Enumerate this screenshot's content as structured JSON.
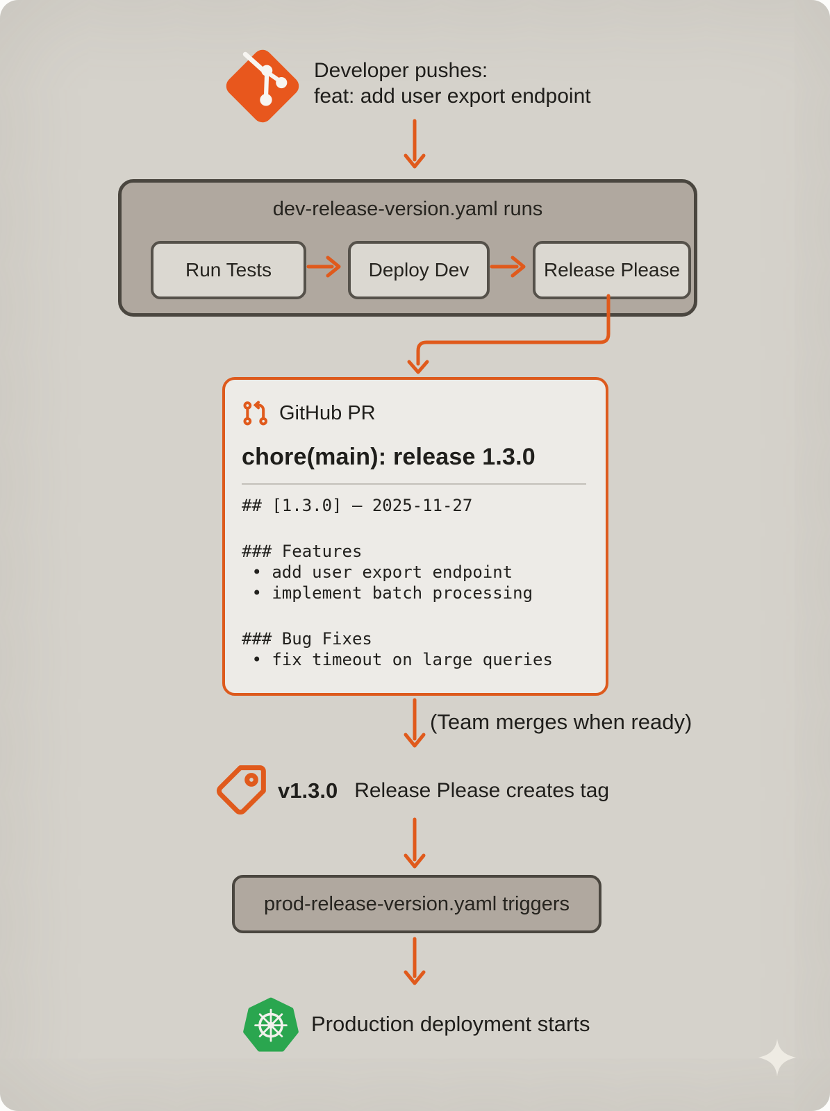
{
  "colors": {
    "page_bg": "#fcfcfa",
    "canvas_bg": "#d5d2cb",
    "accent_orange": "#e05a1c",
    "git_orange": "#e8571d",
    "workflow_box_bg": "#b0a89f",
    "workflow_box_border": "#4a463f",
    "step_box_bg": "#dbd8d1",
    "step_box_border": "#55514a",
    "pr_card_bg": "#edebe7",
    "pr_card_border": "#dd5a1d",
    "text_dark": "#1f1e1b",
    "divider": "#c3c0ba",
    "kubernetes_green": "#2aa64f",
    "sparkle": "#eeebe3"
  },
  "push_event": {
    "icon": "git-logo",
    "line1": "Developer pushes:",
    "line2": "feat: add user export endpoint"
  },
  "dev_workflow": {
    "title": "dev-release-version.yaml runs",
    "steps": [
      {
        "label": "Run Tests"
      },
      {
        "label": "Deploy Dev"
      },
      {
        "label": "Release Please"
      }
    ]
  },
  "pr_card": {
    "icon": "pull-request",
    "source_label": "GitHub PR",
    "title": "chore(main): release 1.3.0",
    "changelog_lines": [
      "## [1.3.0] — 2025-11-27",
      "",
      "### Features",
      " • add user export endpoint",
      " • implement batch processing",
      "",
      "### Bug Fixes",
      " • fix timeout on large queries"
    ]
  },
  "merge_note": "(Team merges when ready)",
  "tag_event": {
    "icon": "tag",
    "version": "v1.3.0",
    "label": "Release Please creates tag"
  },
  "prod_workflow": {
    "title": "prod-release-version.yaml triggers"
  },
  "deploy_event": {
    "icon": "kubernetes-helm",
    "label": "Production deployment starts"
  }
}
